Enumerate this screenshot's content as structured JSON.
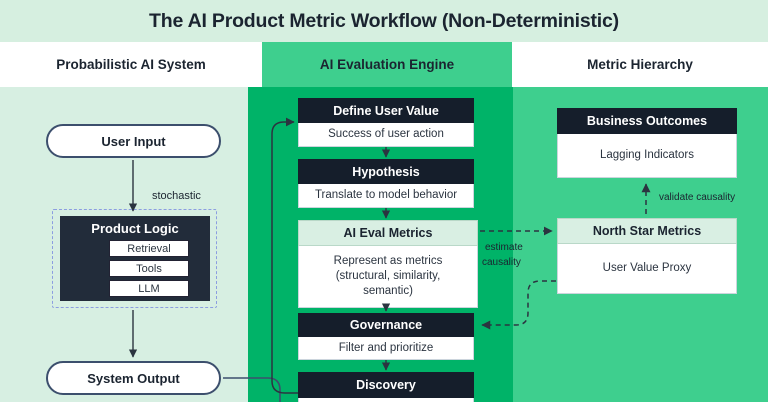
{
  "header": {
    "title": "The AI Product Metric Workflow (Non-Deterministic)"
  },
  "columns": [
    {
      "id": "probabilistic-ai-system",
      "label": "Probabilistic AI System",
      "active": false
    },
    {
      "id": "ai-evaluation-engine",
      "label": "AI Evaluation Engine",
      "active": true
    },
    {
      "id": "metric-hierarchy",
      "label": "Metric Hierarchy",
      "active": false
    }
  ],
  "left_column": {
    "user_input": "User Input",
    "system_output": "System Output",
    "stochastic_label": "stochastic",
    "product_logic": {
      "title": "Product Logic",
      "items": [
        "Retrieval",
        "Tools",
        "LLM"
      ]
    }
  },
  "center_column": {
    "nodes": [
      {
        "title": "Define User Value",
        "body": "Success of user action",
        "highlight": false
      },
      {
        "title": "Hypothesis",
        "body": "Translate to model behavior",
        "highlight": false
      },
      {
        "title": "AI Eval Metrics",
        "body": "Represent as metrics (structural, similarity, semantic)",
        "highlight": true
      },
      {
        "title": "Governance",
        "body": "Filter and prioritize",
        "highlight": false
      },
      {
        "title": "Discovery",
        "body": "",
        "highlight": false
      }
    ]
  },
  "right_column": {
    "nodes": [
      {
        "title": "Business Outcomes",
        "body": "Lagging Indicators",
        "highlight": false
      },
      {
        "title": "North Star Metrics",
        "body": "User Value Proxy",
        "highlight": true
      }
    ],
    "validate_label": "validate causality"
  },
  "connectors": {
    "estimate_label_line1": "estimate",
    "estimate_label_line2": "causality"
  },
  "colors": {
    "title_band": "#d6efe0",
    "tab_active": "#3ecf8e",
    "col_left": "#d7efe2",
    "col_center": "#00b368",
    "col_right": "#3ecf8e",
    "node_dark": "#151e2b",
    "node_light": "#d9efe3",
    "pill_border": "#3c4f6d",
    "dash_blue": "#8c9ee0"
  }
}
